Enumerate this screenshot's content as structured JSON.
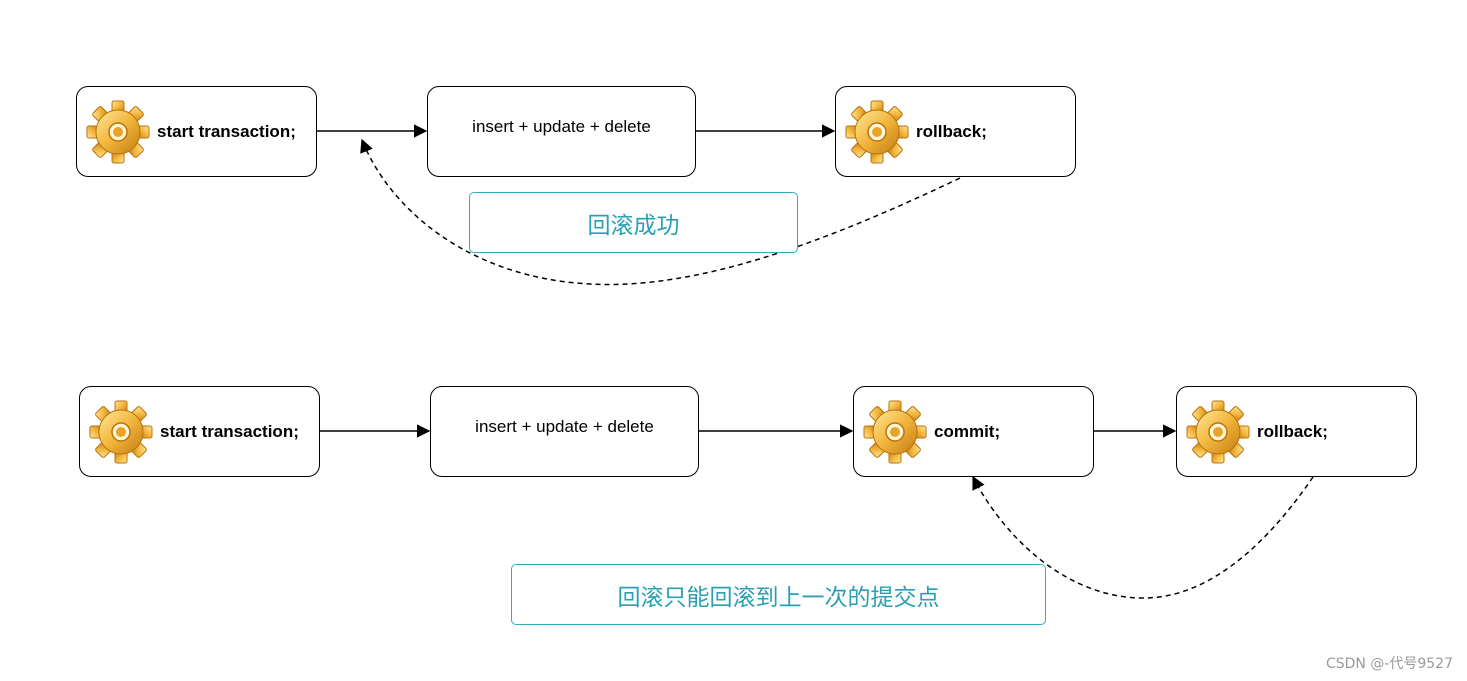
{
  "colors": {
    "note_border": "#3aa9b8",
    "note_text": "#2aa0b3",
    "gear_fill": "#f0b43a",
    "line": "#000000"
  },
  "row1": {
    "start": "start transaction;",
    "ops": "insert + update + delete",
    "rollback": "rollback;",
    "note": "回滚成功"
  },
  "row2": {
    "start": "start transaction;",
    "ops": "insert + update + delete",
    "commit": "commit;",
    "rollback": "rollback;",
    "note": "回滚只能回滚到上一次的提交点"
  },
  "icons": {
    "gear": "gear-icon"
  },
  "watermark": "CSDN @-代号9527"
}
